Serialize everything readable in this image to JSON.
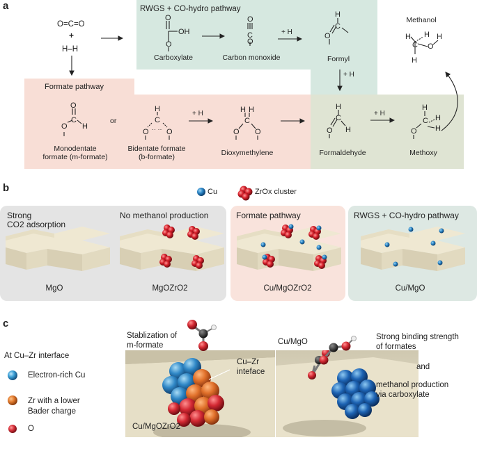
{
  "panel_a": {
    "letter": "a",
    "reactants": {
      "co2": "O=C=O",
      "plus": "+",
      "h2": "H–H"
    },
    "rwgs_title": "RWGS + CO-hydro pathway",
    "formate_title": "Formate pathway",
    "species": {
      "carboxylate": "Carboxylate",
      "carbon_monoxide": "Carbon monoxide",
      "formyl": "Formyl",
      "methanol": "Methanol",
      "monodentate": "Monodentate\nformate (m-formate)",
      "or": "or",
      "bidentate": "Bidentate formate\n(b-formate)",
      "dioxymethylene": "Dioxymethylene",
      "formaldehyde": "Formaldehyde",
      "methoxy": "Methoxy"
    },
    "arrow_labels": {
      "h1": "+ H",
      "h2": "+ H",
      "h3": "+ H",
      "h4": "+ H"
    }
  },
  "panel_b": {
    "letter": "b",
    "legend": {
      "cu": "Cu",
      "zrox": "ZrOx cluster"
    },
    "cards": [
      {
        "header": "Strong\nCO2 adsorption",
        "label": "MgO"
      },
      {
        "header": "No methanol production",
        "label": "MgOZrO2"
      },
      {
        "header": "Formate pathway",
        "label": "Cu/MgOZrO2"
      },
      {
        "header": "RWGS + CO-hydro pathway",
        "label": "Cu/MgO"
      }
    ]
  },
  "panel_c": {
    "letter": "c",
    "legend_title": "At Cu–Zr interface",
    "legend": [
      {
        "label": "Electron-rich Cu",
        "color": "#3a9fd6"
      },
      {
        "label": "Zr with a lower\nBader charge",
        "color": "#e07a2e"
      },
      {
        "label": "O",
        "color": "#d8323c"
      }
    ],
    "left_scene": {
      "caption_top": "Stablization of\nm-formate",
      "interface": "Cu–Zr\ninteface",
      "label": "Cu/MgOZrO2"
    },
    "right_scene": {
      "label": "Cu/MgO",
      "binding": "Strong binding strength\nof formates",
      "and": "and",
      "methanol": "methanol production\nvia carboxylate"
    }
  }
}
